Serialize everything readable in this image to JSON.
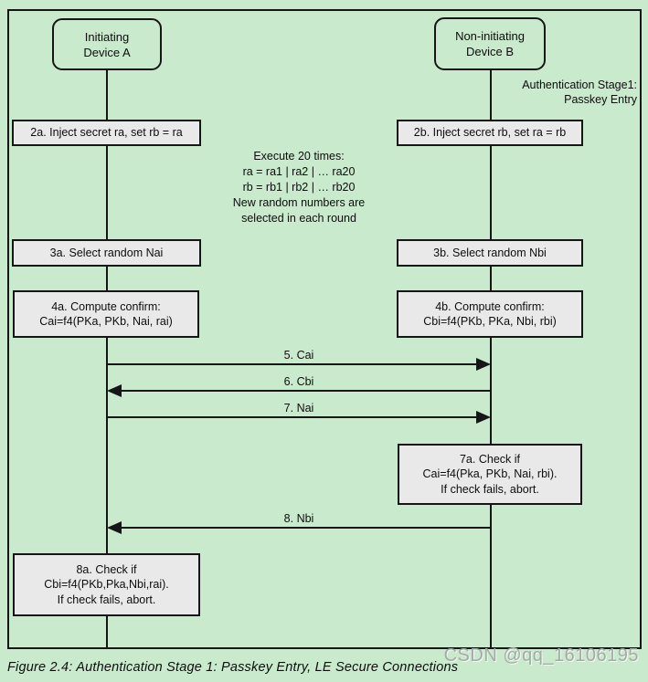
{
  "colors": {
    "background": "#c9eacd",
    "box_fill": "#e9e9e9",
    "line": "#161616",
    "watermark_gray": "#a4aaa5"
  },
  "header": {
    "device_a": "Initiating\nDevice A",
    "device_b": "Non-initiating\nDevice B",
    "stage_label": "Authentication Stage1:\nPasskey Entry"
  },
  "steps": {
    "s2a": "2a. Inject secret ra, set rb = ra",
    "s2b": "2b. Inject secret rb, set ra = rb",
    "note": "Execute 20 times:\nra = ra1 | ra2 | … ra20\nrb = rb1 | rb2 | … rb20\nNew random numbers are\nselected in each round",
    "s3a": "3a. Select random Nai",
    "s3b": "3b. Select random Nbi",
    "s4a": "4a. Compute confirm:\nCai=f4(PKa, PKb, Nai, rai)",
    "s4b": "4b. Compute confirm:\nCbi=f4(PKb, PKa, Nbi, rbi)",
    "s7a": "7a. Check if\nCai=f4(Pka, PKb, Nai, rbi).\nIf check fails, abort.",
    "s8a": "8a. Check if\nCbi=f4(PKb,Pka,Nbi,rai).\nIf check fails, abort."
  },
  "messages": {
    "m5": "5. Cai",
    "m6": "6. Cbi",
    "m7": "7. Nai",
    "m8": "8. Nbi"
  },
  "caption": "Figure 2.4:  Authentication Stage 1: Passkey Entry, LE Secure Connections",
  "watermark": "CSDN @qq_16106195"
}
